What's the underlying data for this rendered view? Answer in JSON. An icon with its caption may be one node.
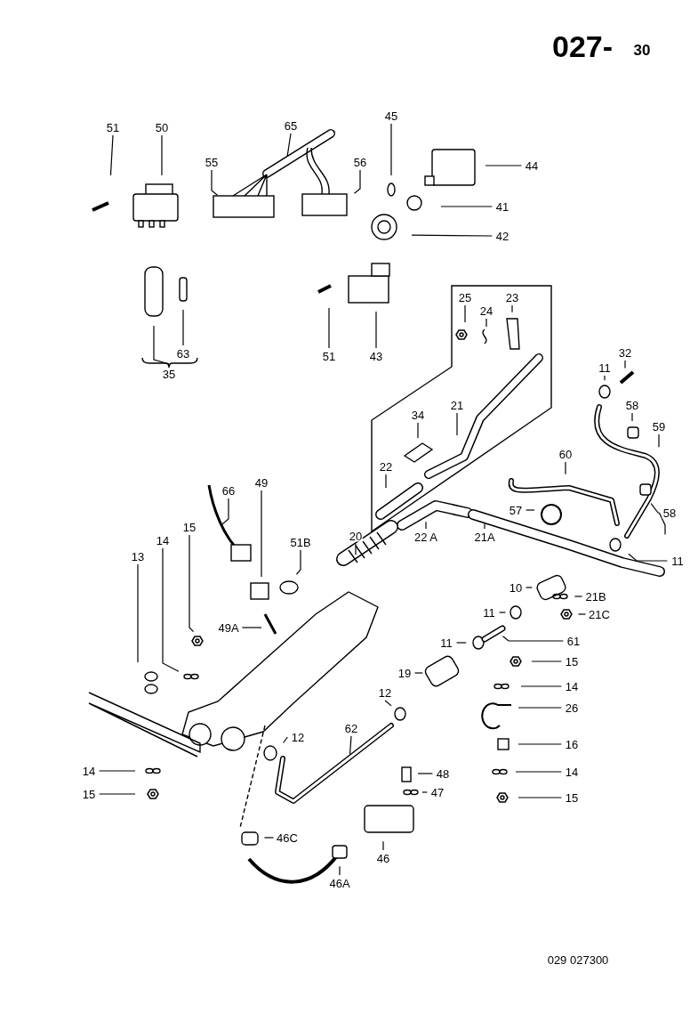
{
  "diagram": {
    "nodes": [
      {
        "text": [
          "51"
        ]
      },
      {
        "text": [
          "50"
        ]
      },
      {
        "text": [
          "65"
        ]
      },
      {
        "text": [
          "55"
        ]
      },
      {
        "text": [
          "56"
        ]
      },
      {
        "text": [
          "45"
        ]
      },
      {
        "text": [
          "44"
        ]
      },
      {
        "text": [
          "41"
        ]
      },
      {
        "text": [
          "42"
        ]
      },
      {
        "text": [
          "35"
        ]
      },
      {
        "text": [
          "63"
        ]
      },
      {
        "text": [
          "51"
        ]
      },
      {
        "text": [
          "43"
        ]
      },
      {
        "text": [
          "25"
        ]
      },
      {
        "text": [
          "24"
        ]
      },
      {
        "text": [
          "23"
        ]
      },
      {
        "text": [
          "34"
        ]
      },
      {
        "text": [
          "21"
        ]
      },
      {
        "text": [
          "22"
        ]
      },
      {
        "text": [
          "32"
        ]
      },
      {
        "text": [
          "11"
        ]
      },
      {
        "text": [
          "58"
        ]
      },
      {
        "text": [
          "59"
        ]
      },
      {
        "text": [
          "60"
        ]
      },
      {
        "text": [
          "57"
        ]
      },
      {
        "text": [
          "58"
        ]
      },
      {
        "text": [
          "20"
        ]
      },
      {
        "text": [
          "22 A"
        ]
      },
      {
        "text": [
          "21A"
        ]
      },
      {
        "text": [
          "11"
        ]
      },
      {
        "text": [
          "66"
        ]
      },
      {
        "text": [
          "49"
        ]
      },
      {
        "text": [
          "51B"
        ]
      },
      {
        "text": [
          "15"
        ]
      },
      {
        "text": [
          "14"
        ]
      },
      {
        "text": [
          "13"
        ]
      },
      {
        "text": [
          "49A"
        ]
      },
      {
        "text": [
          "10"
        ]
      },
      {
        "text": [
          "21B"
        ]
      },
      {
        "text": [
          "21C"
        ]
      },
      {
        "text": [
          "11"
        ]
      },
      {
        "text": [
          "11"
        ]
      },
      {
        "text": [
          "61"
        ]
      },
      {
        "text": [
          "15"
        ]
      },
      {
        "text": [
          "14"
        ]
      },
      {
        "text": [
          "19"
        ]
      },
      {
        "text": [
          "26"
        ]
      },
      {
        "text": [
          "12"
        ]
      },
      {
        "text": [
          "12"
        ]
      },
      {
        "text": [
          "62"
        ]
      },
      {
        "text": [
          "14"
        ]
      },
      {
        "text": [
          "15"
        ]
      },
      {
        "text": [
          "16"
        ]
      },
      {
        "text": [
          "48"
        ]
      },
      {
        "text": [
          "47"
        ]
      },
      {
        "text": [
          "14"
        ]
      },
      {
        "text": [
          "15"
        ]
      },
      {
        "text": [
          "46C"
        ]
      },
      {
        "text": [
          "46"
        ]
      },
      {
        "text": [
          "46A"
        ]
      }
    ],
    "edges": [
      {
        "from": 0,
        "to": null,
        "arrow": "none"
      },
      {
        "from": 1,
        "to": null,
        "arrow": "none"
      },
      {
        "from": 2,
        "to": null,
        "arrow": "none"
      },
      {
        "from": 3,
        "to": null,
        "arrow": "none"
      },
      {
        "from": 4,
        "to": null,
        "arrow": "none"
      },
      {
        "from": 5,
        "to": null,
        "arrow": "none"
      },
      {
        "from": 6,
        "to": null,
        "arrow": "none"
      },
      {
        "from": 7,
        "to": null,
        "arrow": "none"
      },
      {
        "from": 8,
        "to": null,
        "arrow": "none"
      },
      {
        "from": 9,
        "to": null,
        "arrow": "none"
      },
      {
        "from": 10,
        "to": null,
        "arrow": "none"
      },
      {
        "from": 11,
        "to": null,
        "arrow": "none"
      },
      {
        "from": 12,
        "to": null,
        "arrow": "none"
      },
      {
        "from": 13,
        "to": null,
        "arrow": "none"
      },
      {
        "from": 14,
        "to": null,
        "arrow": "none"
      },
      {
        "from": 15,
        "to": null,
        "arrow": "none"
      },
      {
        "from": 16,
        "to": null,
        "arrow": "none"
      },
      {
        "from": 17,
        "to": null,
        "arrow": "none"
      },
      {
        "from": 18,
        "to": null,
        "arrow": "none"
      },
      {
        "from": 19,
        "to": null,
        "arrow": "none"
      },
      {
        "from": 20,
        "to": null,
        "arrow": "none"
      },
      {
        "from": 21,
        "to": null,
        "arrow": "none"
      },
      {
        "from": 22,
        "to": null,
        "arrow": "none"
      },
      {
        "from": 23,
        "to": null,
        "arrow": "none"
      },
      {
        "from": 24,
        "to": null,
        "arrow": "none"
      },
      {
        "from": 25,
        "to": null,
        "arrow": "none"
      },
      {
        "from": 26,
        "to": null,
        "arrow": "none"
      },
      {
        "from": 27,
        "to": null,
        "arrow": "none"
      },
      {
        "from": 28,
        "to": null,
        "arrow": "none"
      },
      {
        "from": 29,
        "to": null,
        "arrow": "none"
      },
      {
        "from": 30,
        "to": null,
        "arrow": "none"
      },
      {
        "from": 31,
        "to": null,
        "arrow": "none"
      },
      {
        "from": 32,
        "to": null,
        "arrow": "none"
      },
      {
        "from": 33,
        "to": null,
        "arrow": "none"
      },
      {
        "from": 34,
        "to": null,
        "arrow": "none"
      },
      {
        "from": 35,
        "to": null,
        "arrow": "none"
      },
      {
        "from": 36,
        "to": null,
        "arrow": "none"
      },
      {
        "from": 37,
        "to": null,
        "arrow": "none"
      },
      {
        "from": 38,
        "to": null,
        "arrow": "none"
      },
      {
        "from": 39,
        "to": null,
        "arrow": "none"
      },
      {
        "from": 40,
        "to": null,
        "arrow": "none"
      },
      {
        "from": 41,
        "to": null,
        "arrow": "none"
      },
      {
        "from": 42,
        "to": null,
        "arrow": "none"
      },
      {
        "from": 43,
        "to": null,
        "arrow": "none"
      },
      {
        "from": 44,
        "to": null,
        "arrow": "none"
      },
      {
        "from": 45,
        "to": null,
        "arrow": "none"
      },
      {
        "from": 46,
        "to": null,
        "arrow": "none"
      },
      {
        "from": 47,
        "to": null,
        "arrow": "none"
      },
      {
        "from": 48,
        "to": null,
        "arrow": "none"
      },
      {
        "from": 49,
        "to": null,
        "arrow": "none"
      },
      {
        "from": 50,
        "to": null,
        "arrow": "none"
      },
      {
        "from": 51,
        "to": null,
        "arrow": "none"
      },
      {
        "from": 52,
        "to": null,
        "arrow": "none"
      },
      {
        "from": 53,
        "to": null,
        "arrow": "none"
      },
      {
        "from": 54,
        "to": null,
        "arrow": "none"
      },
      {
        "from": 55,
        "to": null,
        "arrow": "none"
      },
      {
        "from": 56,
        "to": null,
        "arrow": "none"
      },
      {
        "from": 57,
        "to": null,
        "arrow": "none"
      },
      {
        "from": 58,
        "to": null,
        "arrow": "none"
      },
      {
        "from": 59,
        "to": null,
        "arrow": "none"
      },
      {
        "from": 25,
        "to": null,
        "arrow": "none"
      }
    ],
    "labels": [
      "027-",
      "30",
      "029 027300"
    ]
  }
}
